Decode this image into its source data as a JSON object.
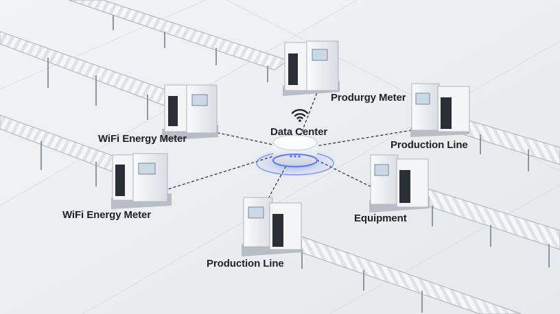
{
  "center": {
    "label": "Data Center",
    "icon": "wifi-icon"
  },
  "nodes": [
    {
      "id": "produrgy-meter",
      "label": "Produrgy Meter"
    },
    {
      "id": "wifi-energy-meter-1",
      "label": "WiFi Energy Meter"
    },
    {
      "id": "production-line-1",
      "label": "Production Line"
    },
    {
      "id": "wifi-energy-meter-2",
      "label": "WiFi Energy Meter"
    },
    {
      "id": "equipment",
      "label": "Equipment"
    },
    {
      "id": "production-line-2",
      "label": "Production Line"
    }
  ],
  "colors": {
    "background": "#eef0f2",
    "label": "#1c2127",
    "glow": "#4a6cff",
    "link": "#222222"
  }
}
